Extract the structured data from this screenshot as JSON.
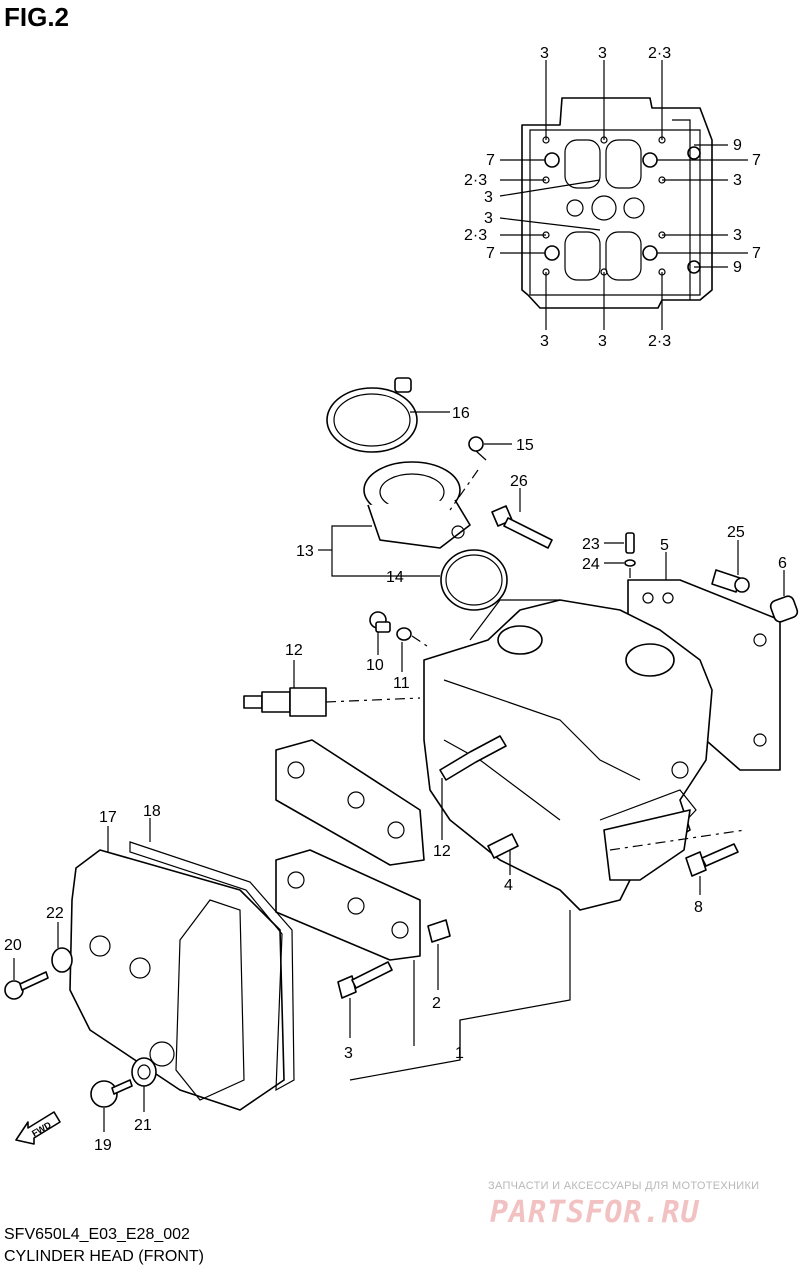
{
  "figure": {
    "title": "FIG.2"
  },
  "top_view_labels": {
    "t1": "3",
    "t2": "3",
    "t3": "2·3",
    "l7a": "7",
    "l23a": "2·3",
    "l3a": "3",
    "l3b": "3",
    "l23b": "2·3",
    "l7b": "7",
    "r9a": "9",
    "r7a": "7",
    "r3a": "3",
    "r3b": "3",
    "r7b": "7",
    "r9b": "9",
    "b1": "3",
    "b2": "3",
    "b3": "2·3"
  },
  "callouts": {
    "p1": "1",
    "p2": "2",
    "p3": "3",
    "p4": "4",
    "p5": "5",
    "p6": "6",
    "p8": "8",
    "p10": "10",
    "p11": "11",
    "p12a": "12",
    "p12b": "12",
    "p13": "13",
    "p14": "14",
    "p15": "15",
    "p16": "16",
    "p17": "17",
    "p18": "18",
    "p19": "19",
    "p20": "20",
    "p21": "21",
    "p22": "22",
    "p23": "23",
    "p24": "24",
    "p25": "25",
    "p26": "26"
  },
  "fwd_label": "FWD",
  "footer": {
    "code": "SFV650L4_E03_E28_002",
    "caption": "CYLINDER HEAD (FRONT)"
  },
  "watermark": {
    "tagline": "ЗАПЧАСТИ И АКСЕССУАРЫ ДЛЯ МОТОТЕХНИКИ",
    "logo": "PARTSFOR.RU"
  }
}
